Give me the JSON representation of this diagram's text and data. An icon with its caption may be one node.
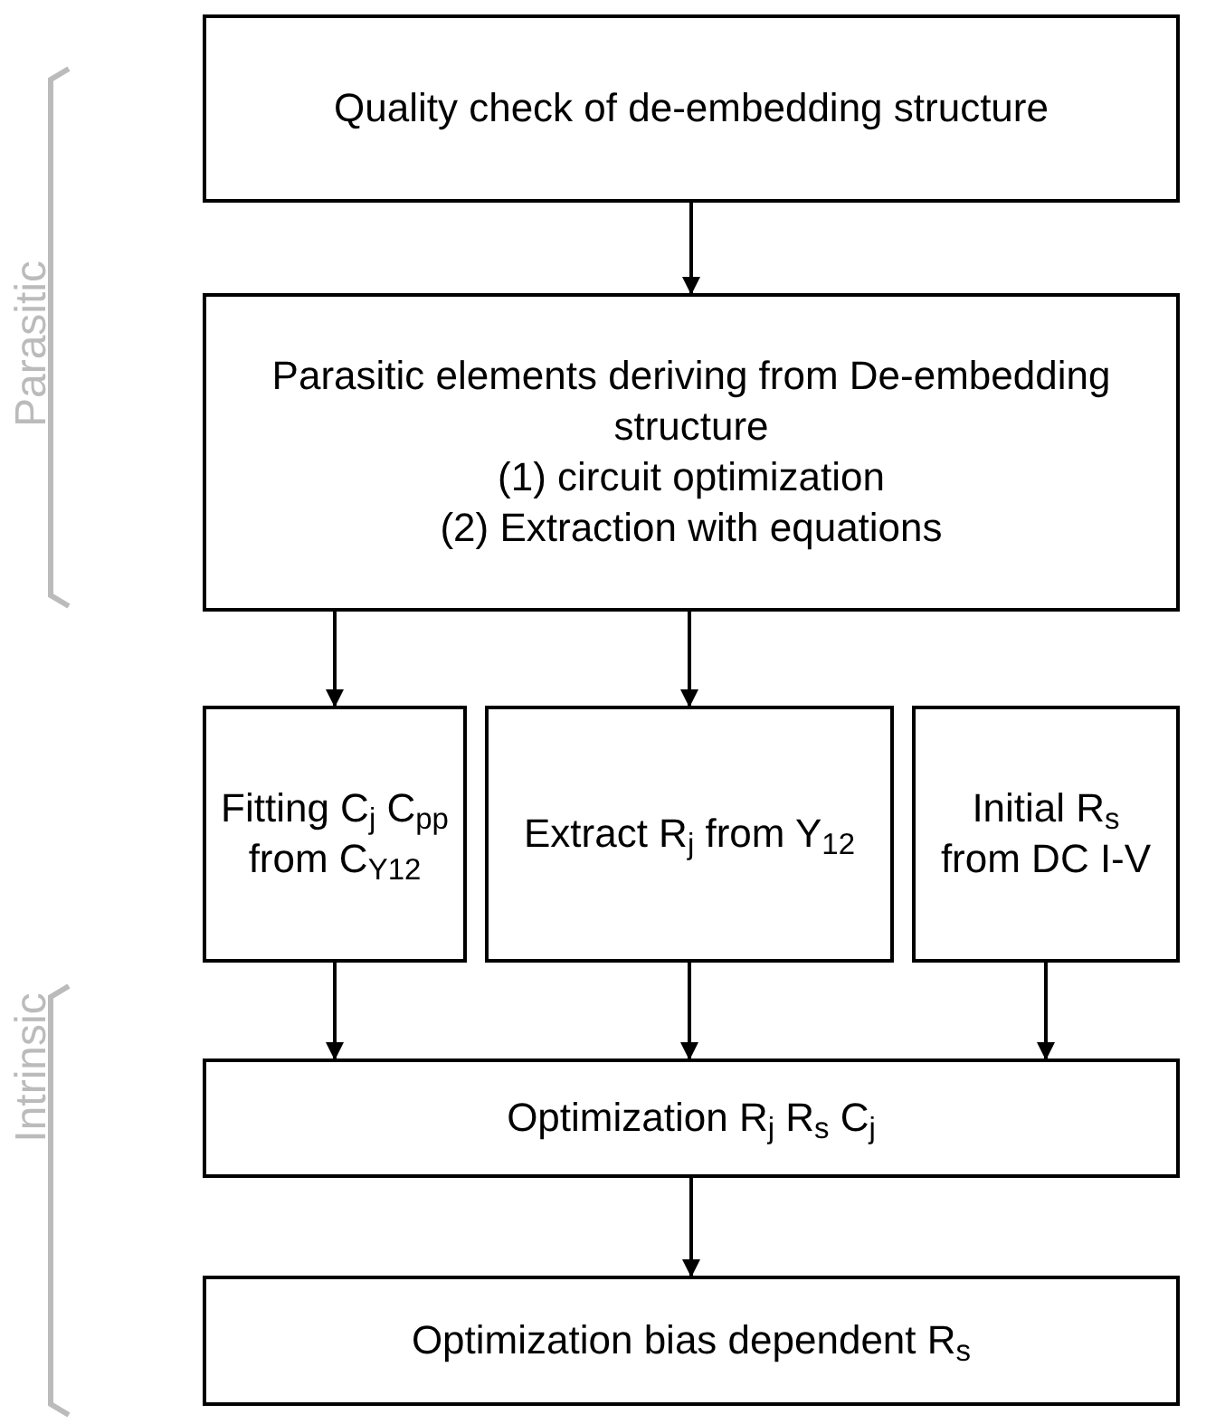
{
  "diagram": {
    "nodes": [
      {
        "text": [
          "Quality check of de-embedding structure"
        ]
      },
      {
        "text": [
          "Parasitic elements deriving from De-embedding  structure",
          "(1) circuit optimization",
          "(2) Extraction with equations"
        ]
      },
      {
        "text": [
          "Fitting C$_{j}$ C$_{pp}$ from C$_{Y12}$"
        ]
      },
      {
        "text": [
          "Extract R$_{j}$ from Y$_{12}$"
        ]
      },
      {
        "text": [
          "Initial R$_{s}$ from DC I-V"
        ]
      },
      {
        "text": [
          "Optimization  R$_{j}$ R$_{s}$ C$_{j}$"
        ]
      },
      {
        "text": [
          "Optimization bias dependent R$_{s}$"
        ]
      }
    ],
    "edges": [
      {
        "from": 0,
        "to": 1,
        "arrow": "to"
      },
      {
        "from": 1,
        "to": 2,
        "arrow": "to"
      },
      {
        "from": 1,
        "to": 3,
        "arrow": "to"
      },
      {
        "from": 2,
        "to": 5,
        "arrow": "to"
      },
      {
        "from": 3,
        "to": 5,
        "arrow": "to"
      },
      {
        "from": 4,
        "to": 5,
        "arrow": "to"
      },
      {
        "from": 5,
        "to": 6,
        "arrow": "to"
      }
    ],
    "labels": [
      "Parasitic",
      "Intrinsic"
    ]
  }
}
